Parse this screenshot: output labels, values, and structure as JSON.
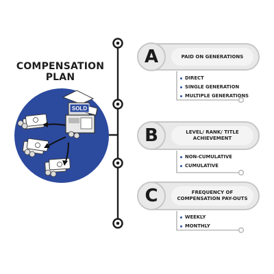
{
  "title": {
    "line1": "COMPENSATION",
    "line2": "PLAN"
  },
  "colors": {
    "circle": "#2c4a9e",
    "card": "#e9e9e9",
    "card_border": "#c7c7c7",
    "line": "#1d1d1d",
    "bullet": "#2e4fa0"
  },
  "illustration": {
    "sign": "SOLD"
  },
  "cards": [
    {
      "letter": "A",
      "heading": "PAID ON GENERATIONS",
      "items": [
        "DIRECT",
        "SINGLE GENERATION",
        "MULTIPLE GENERATIONS"
      ]
    },
    {
      "letter": "B",
      "heading": "LEVEL/ RANK/ TITLE ACHIEVEMENT",
      "items": [
        "NON-CUMULATIVE",
        "CUMULATIVE"
      ]
    },
    {
      "letter": "C",
      "heading": "FREQUENCY OF COMPENSATION PAY-OUTS",
      "items": [
        "WEEKLY",
        "MONTHLY"
      ]
    }
  ]
}
